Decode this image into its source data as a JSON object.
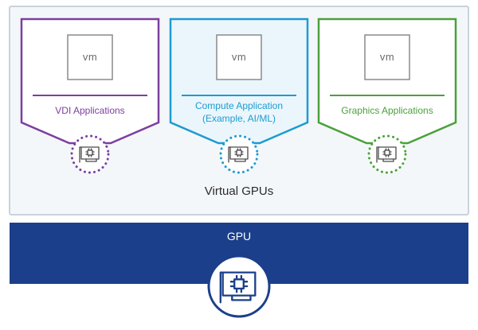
{
  "panels": [
    {
      "vm_label": "vm",
      "title_lines": [
        "VDI Applications"
      ],
      "color": "#7b3fa0",
      "chip_fill": "#ffffff"
    },
    {
      "vm_label": "vm",
      "title_lines": [
        "Compute Application",
        "(Example, AI/ML)"
      ],
      "color": "#1e9bd1",
      "chip_fill": "#eaf6fc"
    },
    {
      "vm_label": "vm",
      "title_lines": [
        "Graphics Applications"
      ],
      "color": "#4aa13b",
      "chip_fill": "#ffffff"
    }
  ],
  "virtual_gpus_label": "Virtual GPUs",
  "gpu_label": "GPU",
  "icons": {
    "panel_card": "gpu-card-icon",
    "main_card": "gpu-card-icon"
  },
  "colors": {
    "container_border": "#c9d3dd",
    "container_fill": "#f4f7fa",
    "gpu_band": "#1b3f8a",
    "gpu_circle_border": "#1b3f8a",
    "vm_box": "#8a8a8a"
  }
}
